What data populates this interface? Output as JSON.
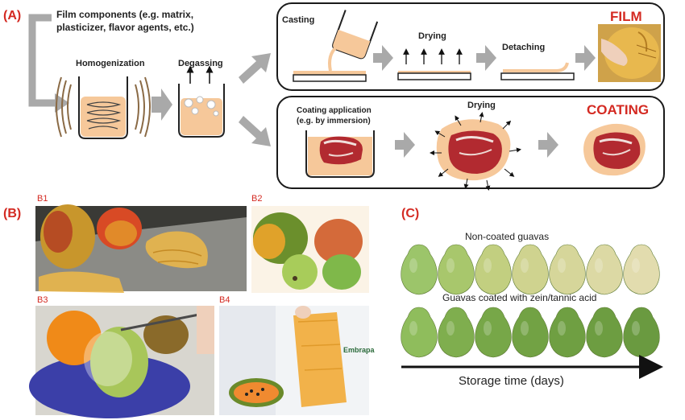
{
  "panel_a": {
    "label": "(A)",
    "components_line1": "Film components (e.g. matrix,",
    "components_line2": "plasticizer, flavor agents, etc.)",
    "homogenization": "Homogenization",
    "degassing": "Degassing",
    "film": {
      "casting": "Casting",
      "drying": "Drying",
      "detaching": "Detaching",
      "title": "FILM"
    },
    "coating": {
      "application_line1": "Coating application",
      "application_line2": "(e.g. by immersion)",
      "drying": "Drying",
      "title": "COATING"
    }
  },
  "panel_b": {
    "label": "(B)",
    "b1": "B1",
    "b2": "B2",
    "b3": "B3",
    "b4": "B4",
    "embrapa_text": "Embrapa"
  },
  "panel_c": {
    "label": "(C)",
    "noncoated": "Non-coated guavas",
    "coated": "Guavas coated with zein/tannic acid",
    "axis": "Storage time (days)",
    "noncoated_colors": [
      "#9cc56a",
      "#a8c76c",
      "#c2cf80",
      "#cfd38f",
      "#d6d69a",
      "#dcd9a4",
      "#e2dcae"
    ],
    "coated_colors": [
      "#8fbd5c",
      "#7fae4e",
      "#77a748",
      "#72a244",
      "#6f9f42",
      "#6d9d41",
      "#6a9a40"
    ]
  },
  "colors": {
    "label_red": "#d42a22",
    "arrow_gray": "#a9a9a9",
    "solution": "#f6c89a",
    "box_border": "#1a1a1a"
  }
}
